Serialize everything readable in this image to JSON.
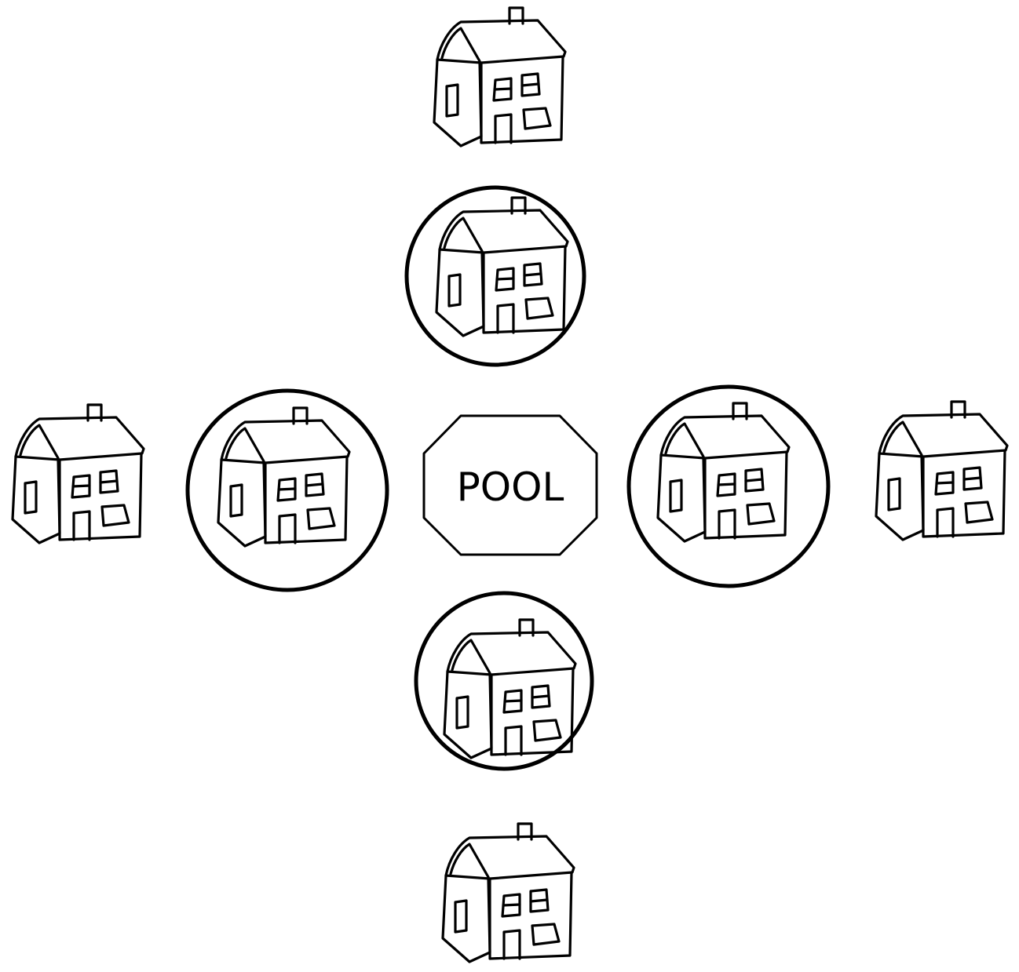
{
  "pool": {
    "label": "POOL"
  },
  "houses": [
    {
      "id": "top-outer",
      "ring": "outer",
      "side": "top",
      "circled": false
    },
    {
      "id": "top-inner",
      "ring": "inner",
      "side": "top",
      "circled": true
    },
    {
      "id": "left-outer",
      "ring": "outer",
      "side": "left",
      "circled": false
    },
    {
      "id": "left-inner",
      "ring": "inner",
      "side": "left",
      "circled": true
    },
    {
      "id": "right-inner",
      "ring": "inner",
      "side": "right",
      "circled": true
    },
    {
      "id": "right-outer",
      "ring": "outer",
      "side": "right",
      "circled": false
    },
    {
      "id": "bottom-inner",
      "ring": "inner",
      "side": "bottom",
      "circled": true
    },
    {
      "id": "bottom-outer",
      "ring": "outer",
      "side": "bottom",
      "circled": false
    }
  ],
  "colors": {
    "ink": "#000000",
    "background": "#ffffff"
  }
}
